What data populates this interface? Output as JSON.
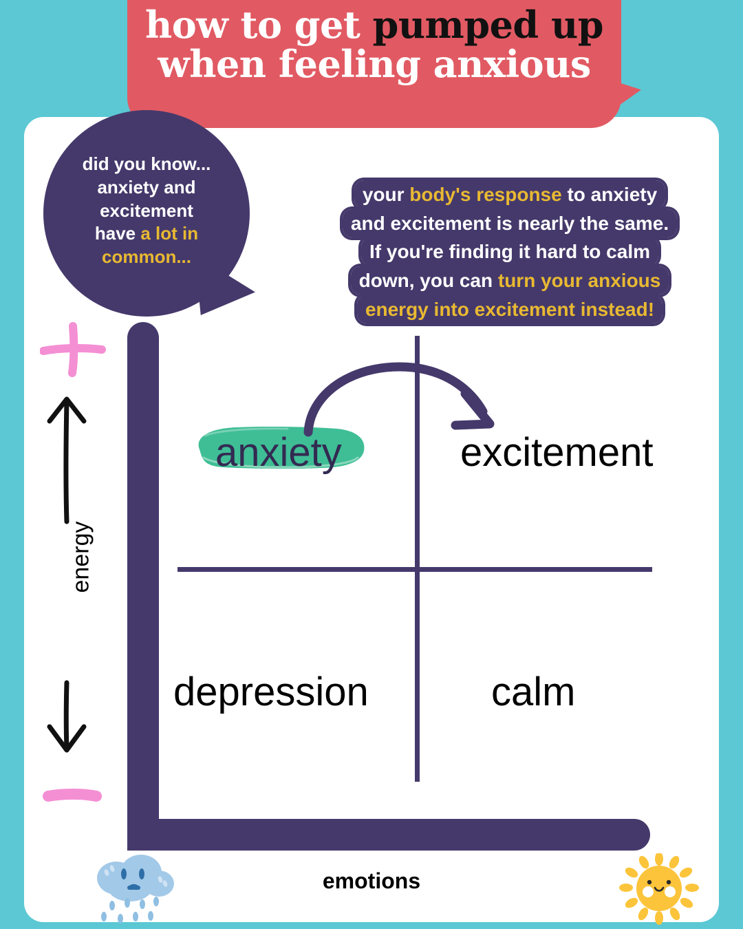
{
  "theme": {
    "background": "#5BC8D4",
    "card": "#FFFFFF",
    "banner": "#E15A63",
    "purple": "#45396B",
    "yellow_highlight": "#E8B932",
    "green_highlight": "#3FBE96",
    "pink": "#F48FD4",
    "sun": "#FBC43A",
    "cloud": "#A3C9E8"
  },
  "banner": {
    "line1_plain": "how to get ",
    "line1_emphasis": "pumped up",
    "line2": "when feeling anxious"
  },
  "bubble": {
    "line1": "did you know...",
    "line2": "anxiety and",
    "line3": "excitement",
    "line4_plain": "have ",
    "line4_highlight": "a lot in",
    "line5_highlight": "common..."
  },
  "infobox": {
    "line1_a": "your ",
    "line1_hl": "body's response",
    "line1_b": " to anxiety",
    "line2": "and excitement is nearly the same.",
    "line3": "If you're finding it hard to calm",
    "line4_a": "down, you can ",
    "line4_hl": "turn your anxious",
    "line5_hl": "energy into excitement instead!"
  },
  "chart_data": {
    "type": "scatter",
    "title": "energy vs emotions quadrant",
    "xlabel": "emotions",
    "ylabel": "energy",
    "axis_marks": {
      "top": "+",
      "bottom": "−"
    },
    "quadrants": [
      {
        "label": "anxiety",
        "x": "negative",
        "y": "high",
        "highlighted": true,
        "highlight_color": "#3FBE96"
      },
      {
        "label": "excitement",
        "x": "positive",
        "y": "high",
        "highlighted": false
      },
      {
        "label": "depression",
        "x": "negative",
        "y": "low",
        "highlighted": false
      },
      {
        "label": "calm",
        "x": "positive",
        "y": "low",
        "highlighted": false
      }
    ],
    "annotation": {
      "type": "curved-arrow",
      "from": "anxiety",
      "to": "excitement"
    },
    "grid": true,
    "legend": "none"
  },
  "footer": {
    "x_axis_label": "emotions",
    "left_icon": "sad-rain-cloud-icon",
    "right_icon": "happy-sun-icon"
  },
  "icons": {
    "plus": "plus-sign-icon",
    "minus": "minus-sign-icon",
    "up_arrow": "up-arrow-icon",
    "down_arrow": "down-arrow-icon",
    "curved_arrow": "curved-arrow-icon"
  }
}
